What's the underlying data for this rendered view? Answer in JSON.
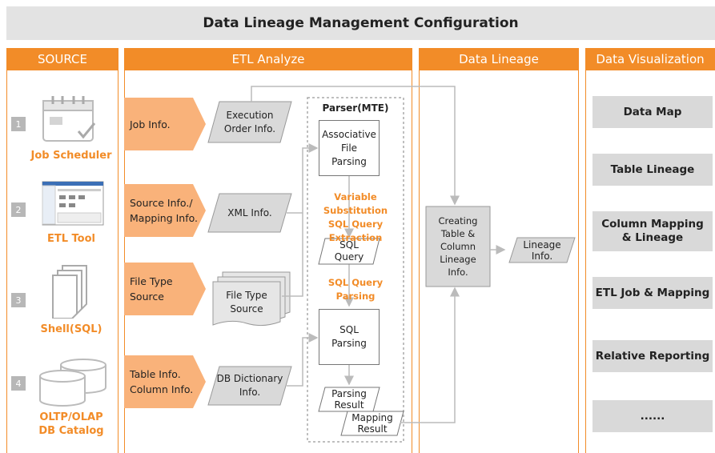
{
  "title": "Data Lineage Management Configuration",
  "columns": {
    "source": "SOURCE",
    "etl": "ETL Analyze",
    "lineage": "Data Lineage",
    "viz": "Data Visualization"
  },
  "sources": [
    {
      "num": "1",
      "label": "Job Scheduler",
      "icon": "calendar-icon"
    },
    {
      "num": "2",
      "label": "ETL Tool",
      "icon": "etl-screenshot-icon"
    },
    {
      "num": "3",
      "label": "Shell(SQL)",
      "icon": "documents-icon"
    },
    {
      "num": "4",
      "label_lines": [
        "OLTP/OLAP",
        "DB Catalog"
      ],
      "icon": "database-icon"
    }
  ],
  "etl_inputs": [
    {
      "lines": [
        "Job Info."
      ]
    },
    {
      "lines": [
        "Source Info./",
        "Mapping Info."
      ]
    },
    {
      "lines": [
        "File Type",
        "Source"
      ]
    },
    {
      "lines": [
        "Table Info.",
        "Column Info."
      ]
    }
  ],
  "etl_outputs": [
    {
      "lines": [
        "Execution",
        "Order Info."
      ]
    },
    {
      "lines": [
        "XML Info."
      ]
    },
    {
      "lines": [
        "File Type",
        "Source"
      ]
    },
    {
      "lines": [
        "DB Dictionary",
        "Info."
      ]
    }
  ],
  "parser": {
    "title": "Parser(MTE)",
    "assoc": [
      "Associative",
      "File",
      "Parsing"
    ],
    "step1": [
      "Variable Substitution",
      "SQL Query Extraction"
    ],
    "sql_query": [
      "SQL",
      "Query"
    ],
    "step2": "SQL Query Parsing",
    "sql_parsing": [
      "SQL",
      "Parsing"
    ],
    "parsing_result": [
      "Parsing",
      "Result"
    ],
    "mapping_result": [
      "Mapping",
      "Result"
    ]
  },
  "lineage": {
    "creating": [
      "Creating",
      "Table &",
      "Column",
      "Lineage",
      "Info."
    ],
    "lineage_info": [
      "Lineage",
      "Info."
    ]
  },
  "viz_items": [
    [
      "Data Map"
    ],
    [
      "Table Lineage"
    ],
    [
      "Column Mapping",
      "& Lineage"
    ],
    [
      "ETL Job & Mapping"
    ],
    [
      "Relative Reporting"
    ],
    [
      "......"
    ]
  ],
  "colors": {
    "accent": "#f28c28",
    "gray": "#d9d9d9",
    "light_orange": "#f9b27a"
  }
}
